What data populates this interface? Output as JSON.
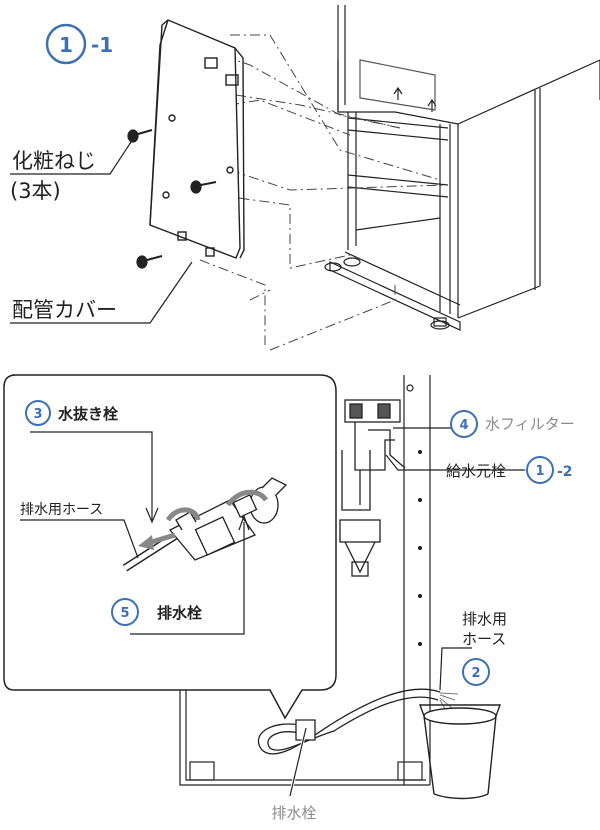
{
  "top_section": {
    "step_number": "1",
    "step_suffix": "-1",
    "screws_label": "化粧ねじ",
    "screws_count": "(3本)",
    "cover_label": "配管カバー"
  },
  "bottom_section": {
    "inset": {
      "drain_valve_num": "3",
      "drain_valve_label": "水抜き栓",
      "hose_label": "排水用ホース",
      "outlet_valve_num": "5",
      "outlet_valve_label": "排水栓"
    },
    "filter_num": "4",
    "filter_label": "水フィルター",
    "supply_label": "給水元栓",
    "supply_num": "1",
    "supply_suffix": "-2",
    "drain_hose_line1": "排水用",
    "drain_hose_line2": "ホース",
    "bucket_num": "2",
    "bottom_valve_label": "排水栓"
  },
  "colors": {
    "accent": "#3d6fb6",
    "line": "#222222",
    "gray_text": "#8a8a8a"
  }
}
